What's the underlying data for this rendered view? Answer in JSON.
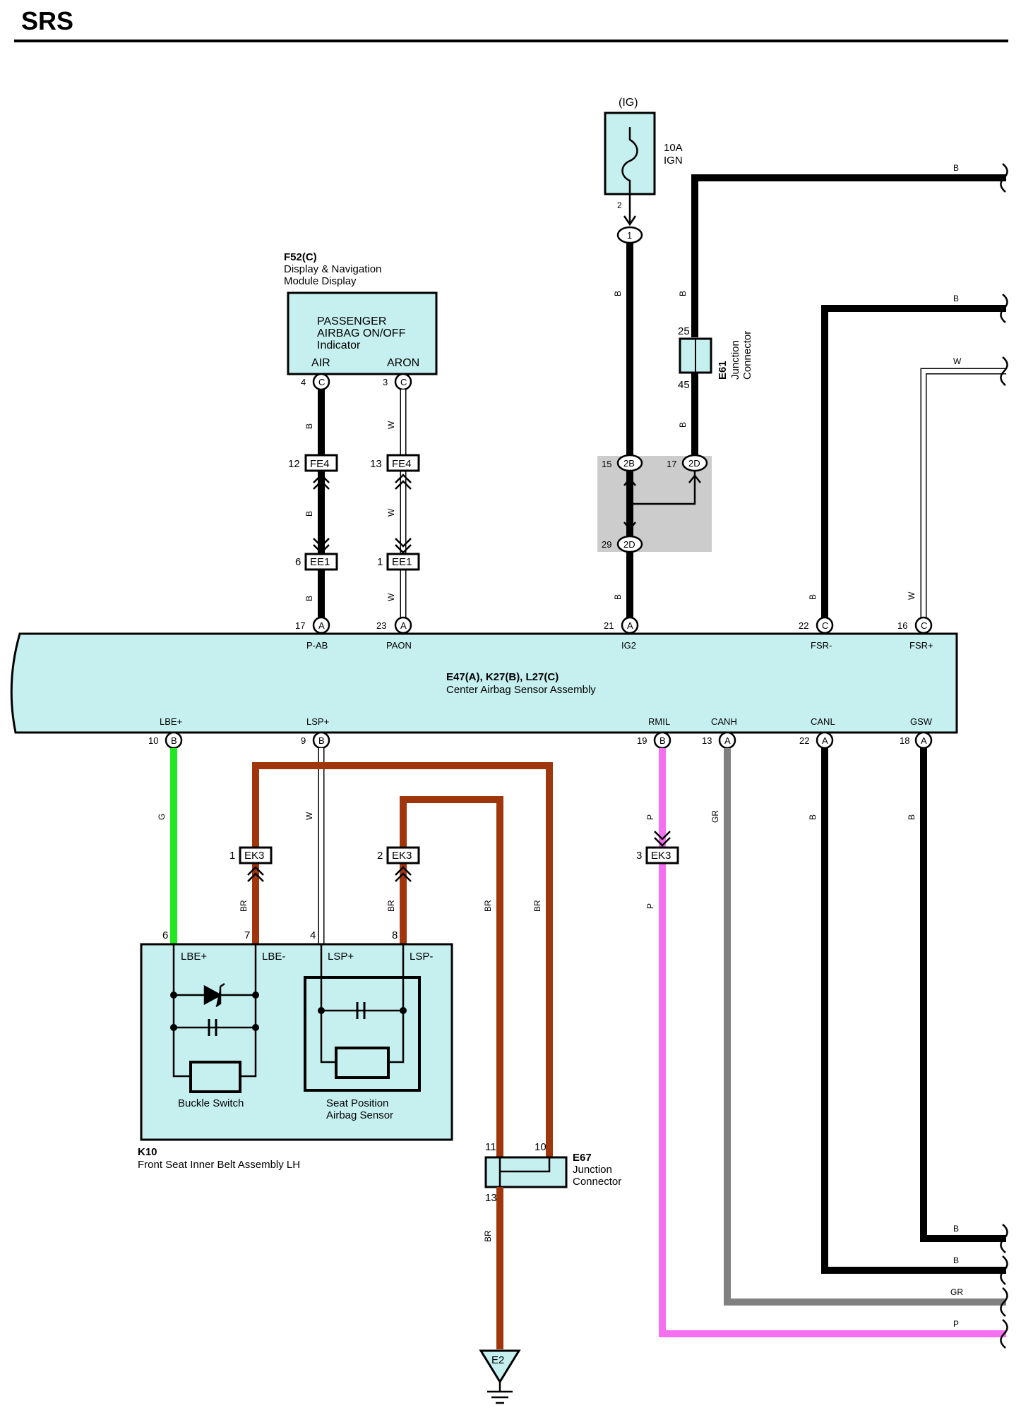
{
  "page_title": "SRS",
  "fuse": {
    "source": "(IG)",
    "rating": "10A",
    "name": "IGN",
    "pin": "2"
  },
  "display_module": {
    "id": "F52(C)",
    "name_line1": "Display & Navigation",
    "name_line2": "Module Display",
    "indicator_line1": "PASSENGER",
    "indicator_line2": "AIRBAG ON/OFF",
    "indicator_line3": "Indicator",
    "term_air": "AIR",
    "term_aron": "ARON",
    "pin_air": "4",
    "pin_aron": "3",
    "pin_conn": "C"
  },
  "junction_e61": {
    "id": "E61",
    "line1": "Junction",
    "line2": "Connector",
    "pin_top": "25",
    "pin_bottom": "45"
  },
  "junction_block": {
    "pin_15": "15",
    "conn_15": "2B",
    "pin_17": "17",
    "conn_17": "2D",
    "pin_29": "29",
    "conn_29": "2D"
  },
  "inline_connectors": {
    "fe4_a_pin": "12",
    "fe4_b_pin": "13",
    "fe4": "FE4",
    "ee1_a_pin": "6",
    "ee1_b_pin": "1",
    "ee1": "EE1",
    "ek3": "EK3",
    "ek3_1_pin": "1",
    "ek3_2_pin": "2",
    "ek3_3_pin": "3",
    "ig_pin": "1"
  },
  "center_sensor": {
    "id": "E47(A), K27(B), L27(C)",
    "name": "Center Airbag Sensor Assembly",
    "top_terminals": [
      {
        "name": "P-AB",
        "pin": "17",
        "conn": "A"
      },
      {
        "name": "PAON",
        "pin": "23",
        "conn": "A"
      },
      {
        "name": "IG2",
        "pin": "21",
        "conn": "A"
      },
      {
        "name": "FSR-",
        "pin": "22",
        "conn": "C"
      },
      {
        "name": "FSR+",
        "pin": "16",
        "conn": "C"
      }
    ],
    "bottom_terminals": [
      {
        "name": "LBE+",
        "pin": "10",
        "conn": "B"
      },
      {
        "name": "LSP+",
        "pin": "9",
        "conn": "B"
      },
      {
        "name": "RMIL",
        "pin": "19",
        "conn": "B"
      },
      {
        "name": "CANH",
        "pin": "13",
        "conn": "A"
      },
      {
        "name": "CANL",
        "pin": "22",
        "conn": "A"
      },
      {
        "name": "GSW",
        "pin": "18",
        "conn": "A"
      }
    ]
  },
  "belt_assembly": {
    "id": "K10",
    "name": "Front Seat Inner Belt Assembly LH",
    "terms": [
      "LBE+",
      "LBE-",
      "LSP+",
      "LSP-"
    ],
    "pins": [
      "6",
      "7",
      "4",
      "8"
    ],
    "buckle_label": "Buckle Switch",
    "seat_label_line1": "Seat Position",
    "seat_label_line2": "Airbag Sensor"
  },
  "junction_e67": {
    "id": "E67",
    "line1": "Junction",
    "line2": "Connector",
    "pin_11": "11",
    "pin_10": "10",
    "pin_13": "13"
  },
  "ground": {
    "id": "E2"
  },
  "wire_colors": {
    "b": "B",
    "w": "W",
    "g": "G",
    "br": "BR",
    "p": "P",
    "gr": "GR"
  },
  "colors": {
    "box_fill": "#c6f0f0",
    "green": "#22e822",
    "brown": "#a0360c",
    "pink": "#f470f0",
    "gray": "#808080",
    "junction_gray": "#cccccc"
  }
}
